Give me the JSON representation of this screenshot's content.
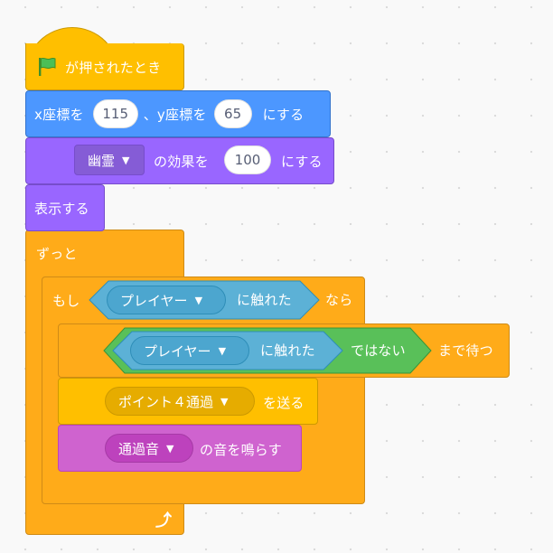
{
  "script": {
    "hat": {
      "label": "が押されたとき",
      "icon": "green-flag-icon"
    },
    "goto": {
      "x_label": "x座標を",
      "x_value": "115",
      "sep_label": "、y座標を",
      "y_value": "65",
      "suffix": "にする"
    },
    "effect": {
      "effect_option": "幽霊",
      "mid_label": "の効果を",
      "value": "100",
      "suffix": "にする"
    },
    "show": {
      "label": "表示する"
    },
    "forever": {
      "label": "ずっと",
      "loop_icon": "loop-arrow-icon"
    },
    "if": {
      "prefix": "もし",
      "sensing_option": "プレイヤー",
      "sensing_suffix": "に触れた",
      "suffix": "なら"
    },
    "wait_until": {
      "sensing_option": "プレイヤー",
      "sensing_suffix": "に触れた",
      "not_label": "ではない",
      "suffix": "まで待つ"
    },
    "broadcast": {
      "option": "ポイント４通過",
      "suffix": "を送る"
    },
    "sound": {
      "option": "通過音",
      "suffix": "の音を鳴らす"
    }
  },
  "colors": {
    "events": "#ffbf00",
    "motion": "#4c97ff",
    "looks": "#9966ff",
    "control": "#ffab19",
    "sensing": "#5cb1d6",
    "operators": "#59c059",
    "sound": "#cf63cf"
  }
}
